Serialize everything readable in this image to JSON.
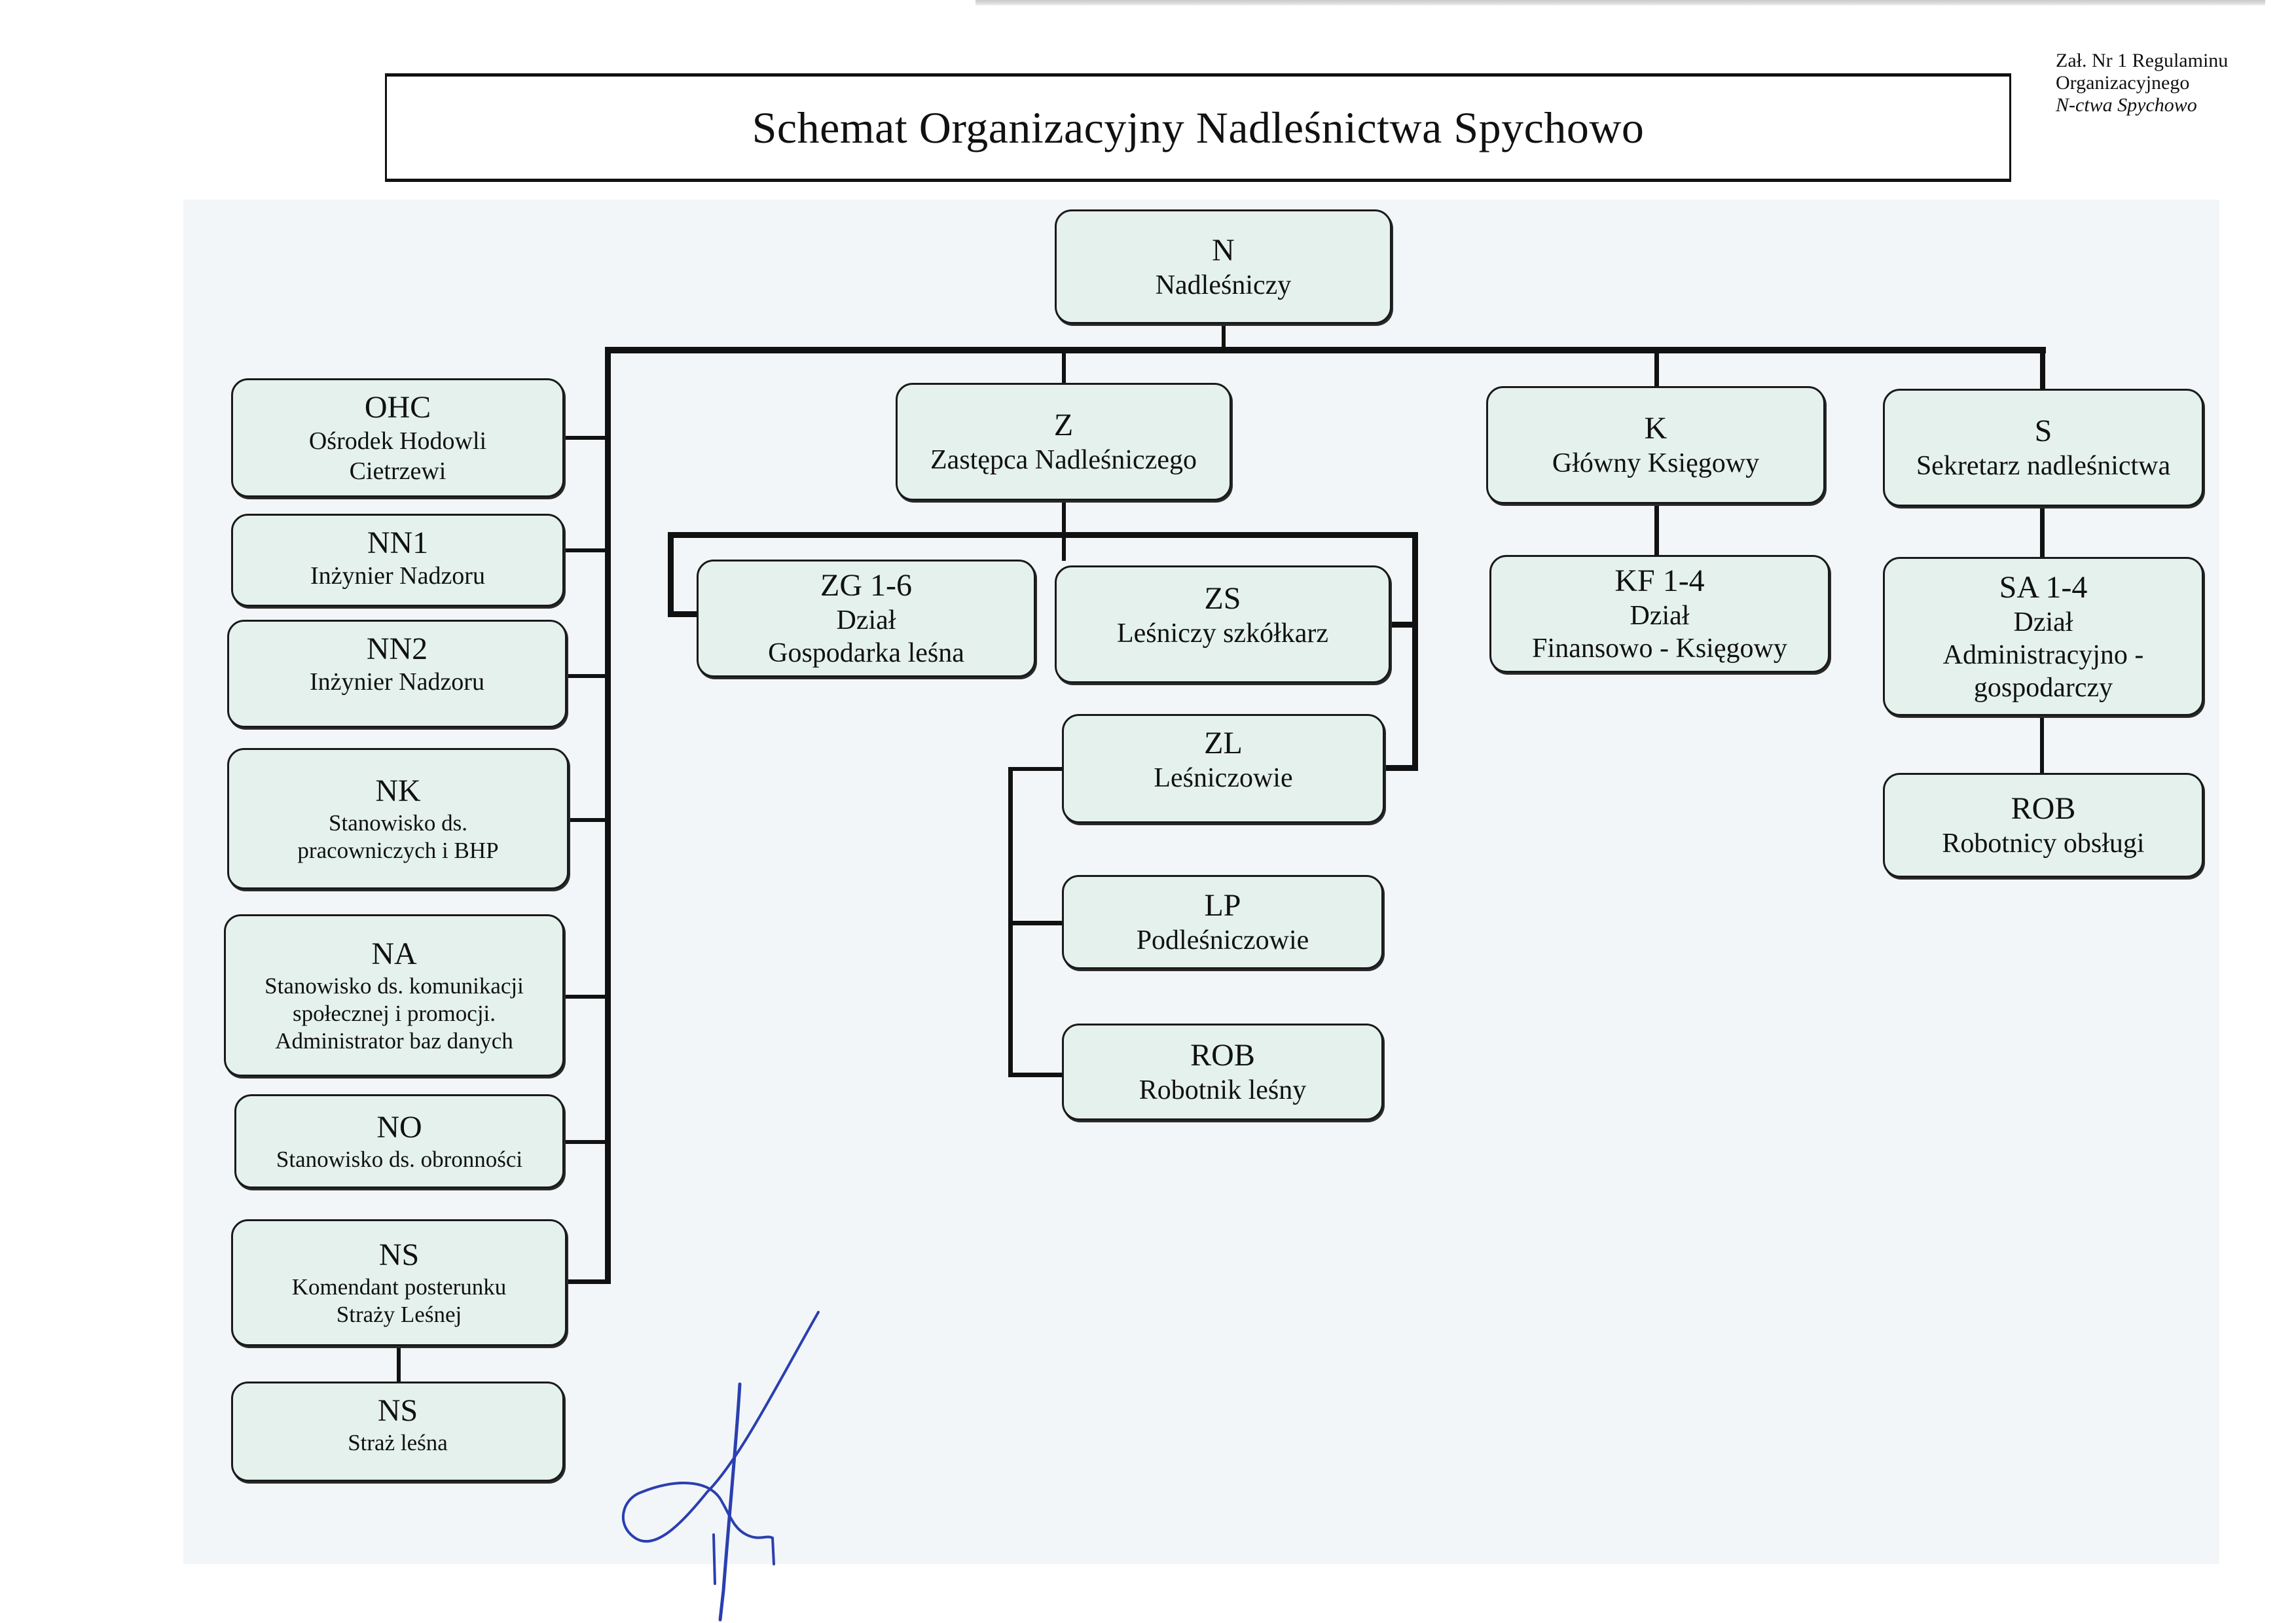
{
  "document": {
    "title": "Schemat Organizacyjny Nadleśnictwa Spychowo",
    "annex": {
      "line1": "Zał. Nr 1 Regulaminu",
      "line2": "Organizacyjnego",
      "line3": "N-ctwa Spychowo"
    }
  },
  "nodes": {
    "N": {
      "code": "N",
      "lines": [
        "Nadleśniczy"
      ]
    },
    "Z": {
      "code": "Z",
      "lines": [
        "Zastępca Nadleśniczego"
      ]
    },
    "K": {
      "code": "K",
      "lines": [
        "Główny Księgowy"
      ]
    },
    "S": {
      "code": "S",
      "lines": [
        "Sekretarz nadleśnictwa"
      ]
    },
    "OHC": {
      "code": "OHC",
      "lines": [
        "Ośrodek Hodowli",
        "Cietrzewi"
      ]
    },
    "NN1": {
      "code": "NN1",
      "lines": [
        "Inżynier Nadzoru"
      ]
    },
    "NN2": {
      "code": "NN2",
      "lines": [
        "Inżynier Nadzoru"
      ]
    },
    "NK": {
      "code": "NK",
      "lines": [
        "Stanowisko ds.",
        "pracowniczych i BHP"
      ]
    },
    "NA": {
      "code": "NA",
      "lines": [
        "Stanowisko ds. komunikacji",
        "społecznej i promocji.",
        "Administrator baz danych"
      ]
    },
    "NO": {
      "code": "NO",
      "lines": [
        "Stanowisko ds. obronności"
      ]
    },
    "NS1": {
      "code": "NS",
      "lines": [
        "Komendant posterunku",
        "Straży Leśnej"
      ]
    },
    "NS2": {
      "code": "NS",
      "lines": [
        "Straż leśna"
      ]
    },
    "ZG": {
      "code": "ZG 1-6",
      "lines": [
        "Dział",
        "Gospodarka leśna"
      ]
    },
    "ZS": {
      "code": "ZS",
      "lines": [
        "Leśniczy szkółkarz"
      ]
    },
    "ZL": {
      "code": "ZL",
      "lines": [
        "Leśniczowie"
      ]
    },
    "LP": {
      "code": "LP",
      "lines": [
        "Podleśniczowie"
      ]
    },
    "ROB1": {
      "code": "ROB",
      "lines": [
        "Robotnik leśny"
      ]
    },
    "KF": {
      "code": "KF 1-4",
      "lines": [
        "Dział",
        "Finansowo - Księgowy"
      ]
    },
    "SA": {
      "code": "SA 1-4",
      "lines": [
        "Dział",
        "Administracyjno -",
        "gospodarczy"
      ]
    },
    "ROB2": {
      "code": "ROB",
      "lines": [
        "Robotnicy obsługi"
      ]
    }
  },
  "colors": {
    "box_fill": "#e4f1ec",
    "canvas": "#f3f6f8",
    "line": "#111111",
    "signature": "#2a3fb0"
  }
}
